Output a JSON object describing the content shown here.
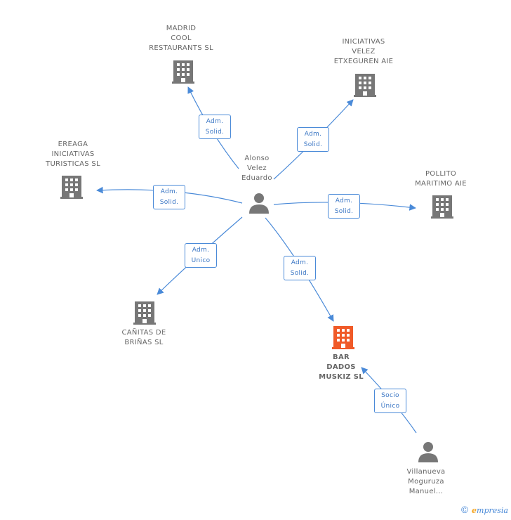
{
  "colors": {
    "edge": "#4a8ad8",
    "node_gray": "#777777",
    "node_focus": "#f05a28",
    "person": "#777777"
  },
  "nodes": {
    "madrid": {
      "label": "MADRID\nCOOL\nRESTAURANTS SL",
      "icon": "building-icon"
    },
    "iniciativas": {
      "label": "INICIATIVAS\nVELEZ\nETXEGUREN AIE",
      "icon": "building-icon"
    },
    "ereaga": {
      "label": "EREAGA\nINICIATIVAS\nTURISTICAS SL",
      "icon": "building-icon"
    },
    "pollito": {
      "label": "POLLITO\nMARITIMO AIE",
      "icon": "building-icon"
    },
    "canitas": {
      "label": "CAÑITAS DE\nBRIÑAS SL",
      "icon": "building-icon"
    },
    "bar": {
      "label": "BAR\nDADOS\nMUSKIZ SL",
      "icon": "building-icon"
    },
    "alonso": {
      "label": "Alonso\nVelez\nEduardo",
      "icon": "person-icon"
    },
    "villanueva": {
      "label": "Villanueva\nMoguruza\nManuel...",
      "icon": "person-icon"
    }
  },
  "edge_labels": {
    "to_madrid": "Adm.\nSolid.",
    "to_iniciativas": "Adm.\nSolid.",
    "to_ereaga": "Adm.\nSolid.",
    "to_pollito": "Adm.\nSolid.",
    "to_canitas": "Adm.\nUnico",
    "to_bar": "Adm.\nSolid.",
    "villanueva_to_bar": "Socio\nÚnico"
  },
  "footer": {
    "copyright": "©",
    "brand_initial": "e",
    "brand_rest": "mpresia"
  }
}
